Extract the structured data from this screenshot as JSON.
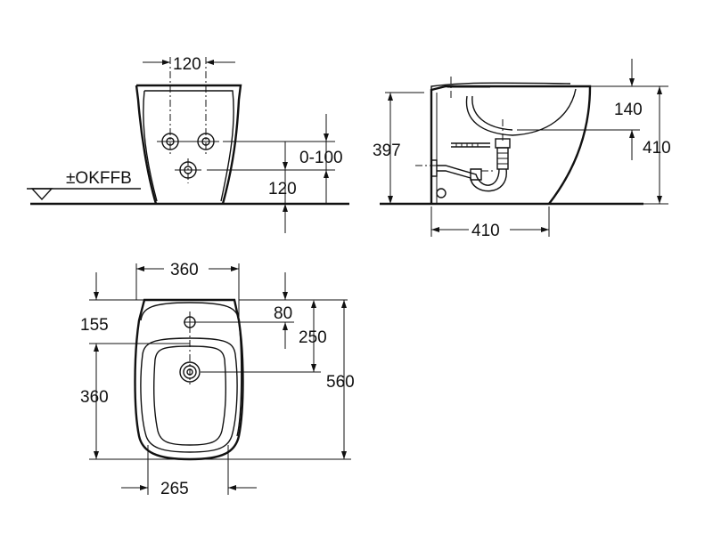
{
  "colors": {
    "line": "#111111",
    "background": "#ffffff"
  },
  "labels": {
    "front_hole_spacing": "120",
    "front_height_range": "0-100",
    "front_lower_hole": "120",
    "floor_reference": "±OKFFB",
    "side_height": "397",
    "side_top_offset": "140",
    "side_total_height": "410",
    "side_depth": "410",
    "top_width": "360",
    "top_front_offset": "155",
    "top_tap_hole": "80",
    "top_drain_offset": "250",
    "top_bowl_length": "360",
    "top_total_length": "560",
    "top_foot_width": "265"
  }
}
